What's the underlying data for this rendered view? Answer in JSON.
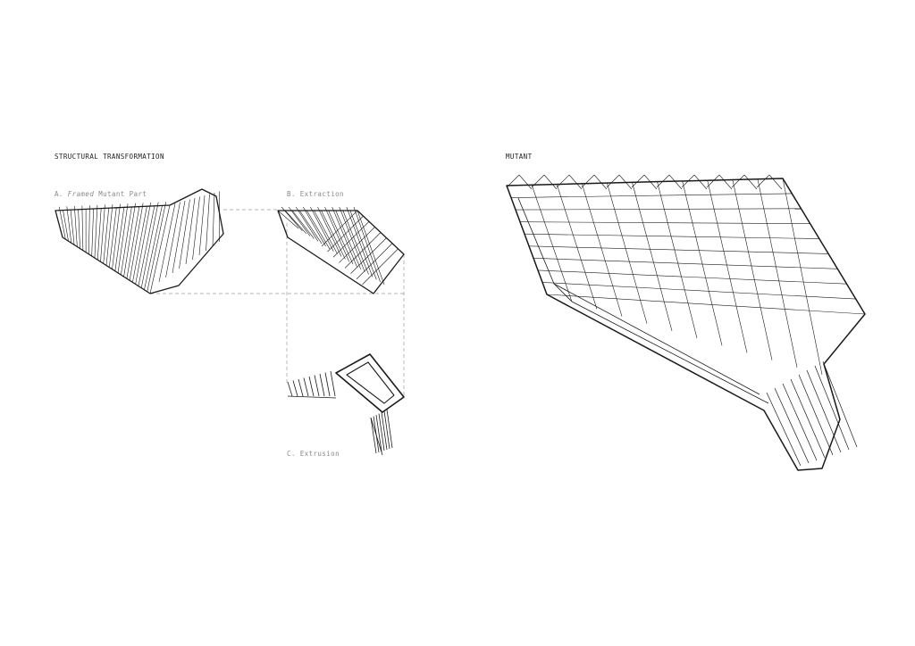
{
  "sections": {
    "structural_title": "STRUCTURAL TRANSFORMATION",
    "mutant_title": "MUTANT"
  },
  "steps": {
    "a_prefix": "A.",
    "a_italic": "Framed",
    "a_rest": "Mutant Part",
    "b": "B. Extraction",
    "c": "C. Extrusion"
  },
  "colors": {
    "ink": "#1a1a1a",
    "guide": "#9a9a9a",
    "muted_text": "#8a8a8a"
  }
}
